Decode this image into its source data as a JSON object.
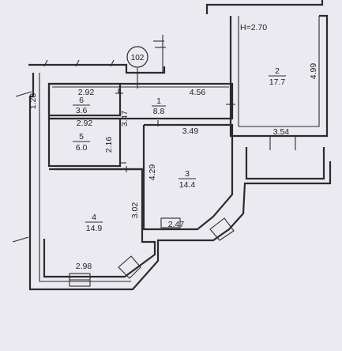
{
  "plan": {
    "building_number": "102",
    "ceiling_height": "H=2.70",
    "rooms": [
      {
        "id": "1",
        "area": "8.8"
      },
      {
        "id": "2",
        "area": "17.7"
      },
      {
        "id": "3",
        "area": "14.4"
      },
      {
        "id": "4",
        "area": "14.9"
      },
      {
        "id": "5",
        "area": "6.0"
      },
      {
        "id": "6",
        "area": "3.6"
      }
    ],
    "dimensions": [
      "4.56",
      "3.54",
      "4.99",
      "3.49",
      "4.29",
      "2.47",
      "3.47",
      "2.92",
      "2.92",
      "1.23",
      "2.16",
      "3.02",
      "2.98"
    ]
  }
}
